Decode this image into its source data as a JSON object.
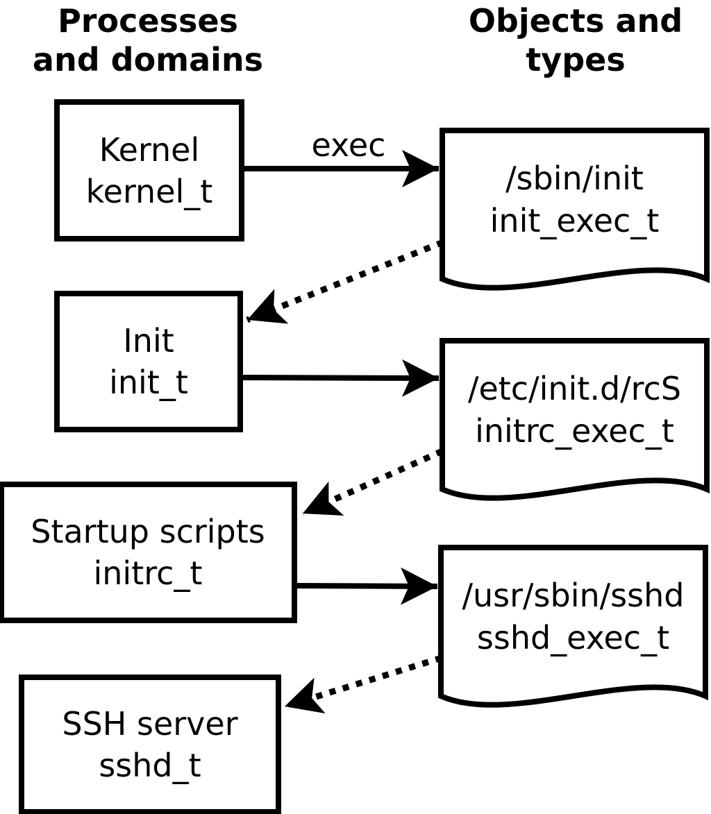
{
  "headers": {
    "left": [
      "Processes",
      "and domains"
    ],
    "right": [
      "Objects and",
      "types"
    ]
  },
  "processes": [
    {
      "name": "Kernel",
      "domain": "kernel_t"
    },
    {
      "name": "Init",
      "domain": "init_t"
    },
    {
      "name": "Startup scripts",
      "domain": "initrc_t"
    },
    {
      "name": "SSH server",
      "domain": "sshd_t"
    }
  ],
  "objects": [
    {
      "path": "/sbin/init",
      "type": "init_exec_t"
    },
    {
      "path": "/etc/init.d/rcS",
      "type": "initrc_exec_t"
    },
    {
      "path": "/usr/sbin/sshd",
      "type": "sshd_exec_t"
    }
  ],
  "edges": [
    {
      "style": "solid",
      "from": "Kernel",
      "to": "/sbin/init",
      "label": "exec"
    },
    {
      "style": "dotted",
      "from": "/sbin/init",
      "to": "Init",
      "label": ""
    },
    {
      "style": "solid",
      "from": "Init",
      "to": "/etc/init.d/rcS",
      "label": ""
    },
    {
      "style": "dotted",
      "from": "/etc/init.d/rcS",
      "to": "Startup scripts",
      "label": ""
    },
    {
      "style": "solid",
      "from": "Startup scripts",
      "to": "/usr/sbin/sshd",
      "label": ""
    },
    {
      "style": "dotted",
      "from": "/usr/sbin/sshd",
      "to": "SSH server",
      "label": ""
    }
  ],
  "colors": {
    "line": "#000000",
    "background": "#ffffff",
    "text": "#000000"
  }
}
